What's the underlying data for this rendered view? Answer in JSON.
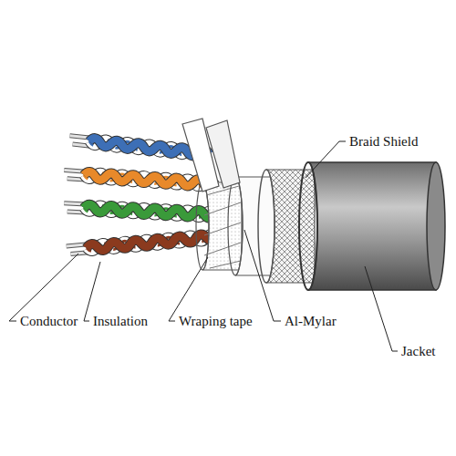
{
  "diagram": {
    "labels": [
      "Braid Shield",
      "Conductor",
      "Insulation",
      "Wraping tape",
      "Al-Mylar",
      "Jacket"
    ]
  }
}
